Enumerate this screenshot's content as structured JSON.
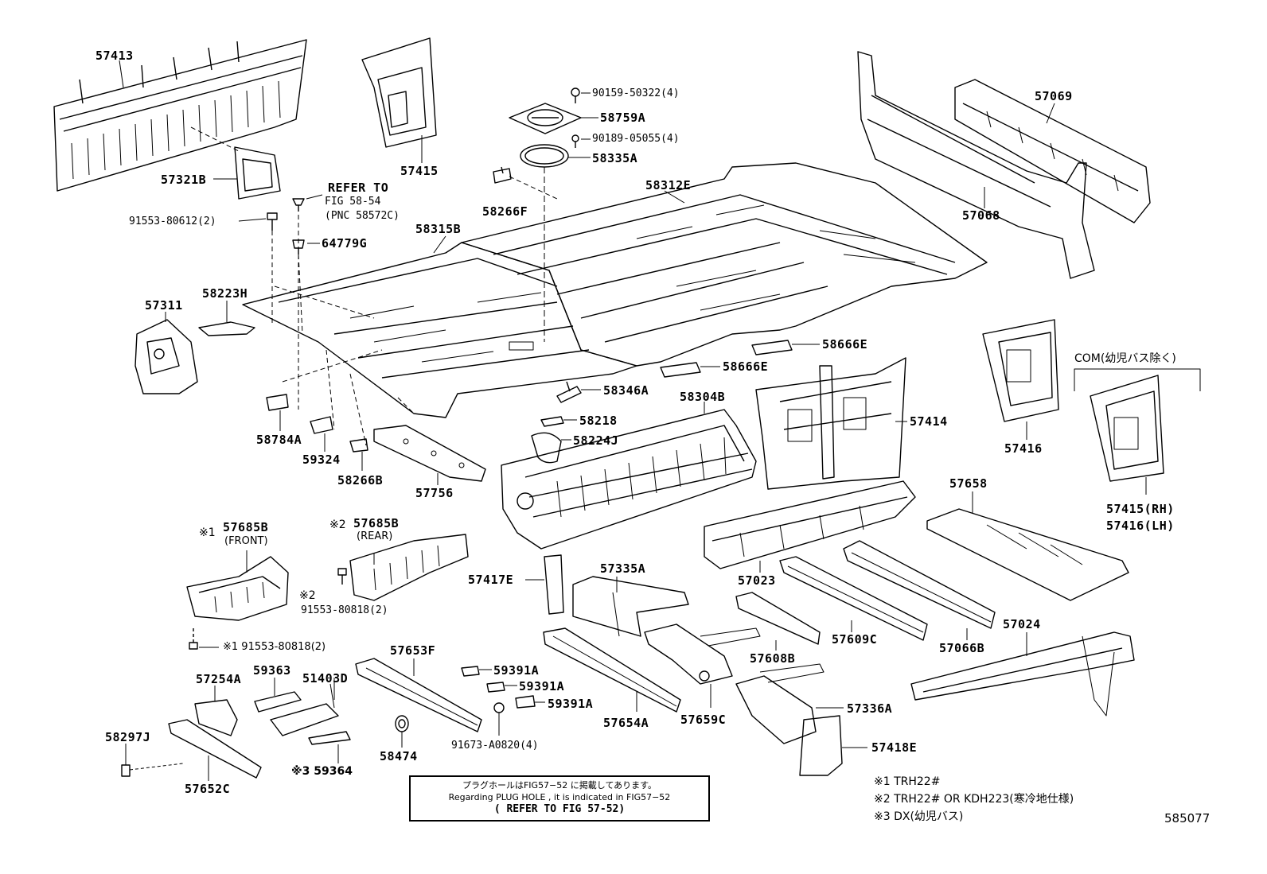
{
  "diagram_id": "585077",
  "labels": {
    "p57413": "57413",
    "p57415": "57415",
    "p57321B": "57321B",
    "refer_l1": "REFER TO",
    "refer_l2": "FIG 58-54",
    "refer_l3": "(PNC 58572C)",
    "p91553_80612": "91553-80612(2)",
    "p64779G": "64779G",
    "p58315B": "58315B",
    "p90159": "90159-50322(4)",
    "p58759A": "58759A",
    "p90189": "90189-05055(4)",
    "p58335A": "58335A",
    "p58266F": "58266F",
    "p58312E": "58312E",
    "p57069": "57069",
    "p57068": "57068",
    "p57311": "57311",
    "p58223H": "58223H",
    "p58666E_1": "58666E",
    "p58666E_2": "58666E",
    "p58346A": "58346A",
    "p58218": "58218",
    "p58224J": "58224J",
    "p58304B": "58304B",
    "p57414": "57414",
    "p57416": "57416",
    "com_label": "COM(幼児バス除く)",
    "p57415RH": "57415(RH)",
    "p57416LH": "57416(LH)",
    "p58784A": "58784A",
    "p59324": "59324",
    "p58266B": "58266B",
    "p57756": "57756",
    "p57658": "57658",
    "p57023": "57023",
    "p57685B_front": "57685B",
    "front_sub": "(FRONT)",
    "p57685B_rear": "57685B",
    "rear_sub": "(REAR)",
    "mark1": "※1",
    "mark2": "※2",
    "mark2b": "※2",
    "p91553_80818a": "91553-80818(2)",
    "p91553_80818b": "※1 91553-80818(2)",
    "p57417E": "57417E",
    "p57335A": "57335A",
    "p57609C": "57609C",
    "p57066B": "57066B",
    "p57024": "57024",
    "p57608B": "57608B",
    "p57653F": "57653F",
    "p59363": "59363",
    "p51403D": "51403D",
    "p57254A": "57254A",
    "p59391A_1": "59391A",
    "p59391A_2": "59391A",
    "p59391A_3": "59391A",
    "p57654A": "57654A",
    "p57659C": "57659C",
    "p57336A": "57336A",
    "p58297J": "58297J",
    "p58474": "58474",
    "p91673": "91673-A0820(4)",
    "p57418E": "57418E",
    "p59364": "※3 59364",
    "p57652C": "57652C"
  },
  "note": {
    "line1": "プラグホールはFIG57−52 に掲載してあります。",
    "line2": "Regarding PLUG HOLE , it is indicated in FIG57−52",
    "line3": "( REFER TO FIG 57-52)"
  },
  "legend": [
    "※1 TRH22#",
    "※2 TRH22# OR KDH223(寒冷地仕様)",
    "※3 DX(幼児バス)"
  ]
}
